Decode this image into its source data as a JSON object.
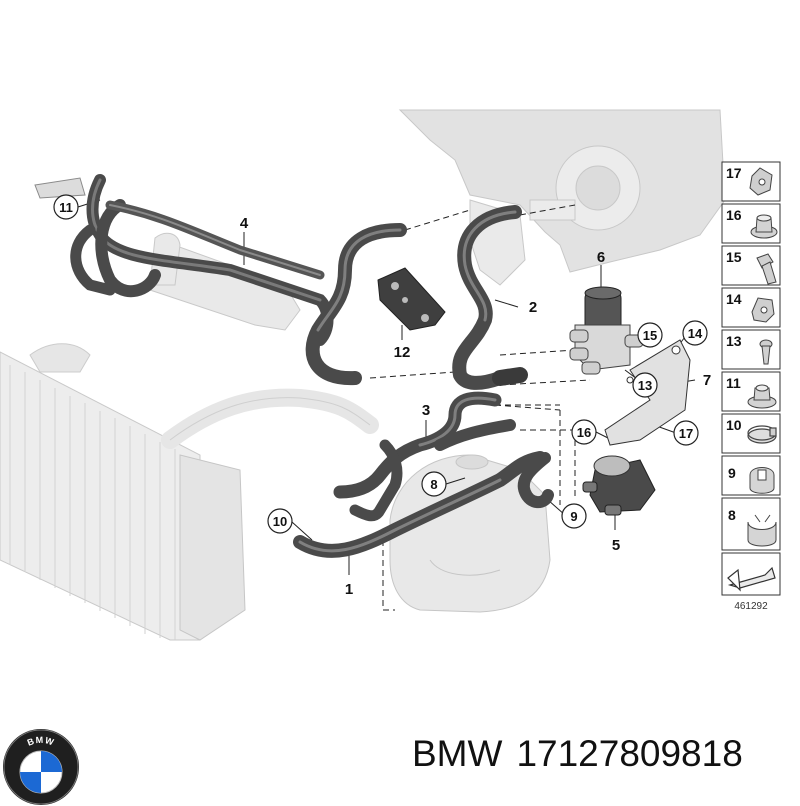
{
  "diagram": {
    "catalog_code": "461292",
    "callouts": {
      "c1": "1",
      "c2": "2",
      "c3": "3",
      "c4": "4",
      "c5": "5",
      "c6": "6",
      "c7": "7",
      "c8": "8",
      "c9": "9",
      "c10": "10",
      "c11": "11",
      "c12": "12",
      "c13": "13",
      "c14": "14",
      "c15": "15",
      "c16": "16",
      "c17": "17"
    },
    "legend": [
      "17",
      "16",
      "15",
      "14",
      "13",
      "11",
      "10",
      "9",
      "8"
    ]
  },
  "footer": {
    "brand": "BMW",
    "part_number": "17127809818",
    "logo_letters": "BMW"
  },
  "colors": {
    "hose": "#4a4a4a",
    "ghost": "#d6d6d6",
    "line": "#222222",
    "logo_blue": "#1c69d4"
  }
}
